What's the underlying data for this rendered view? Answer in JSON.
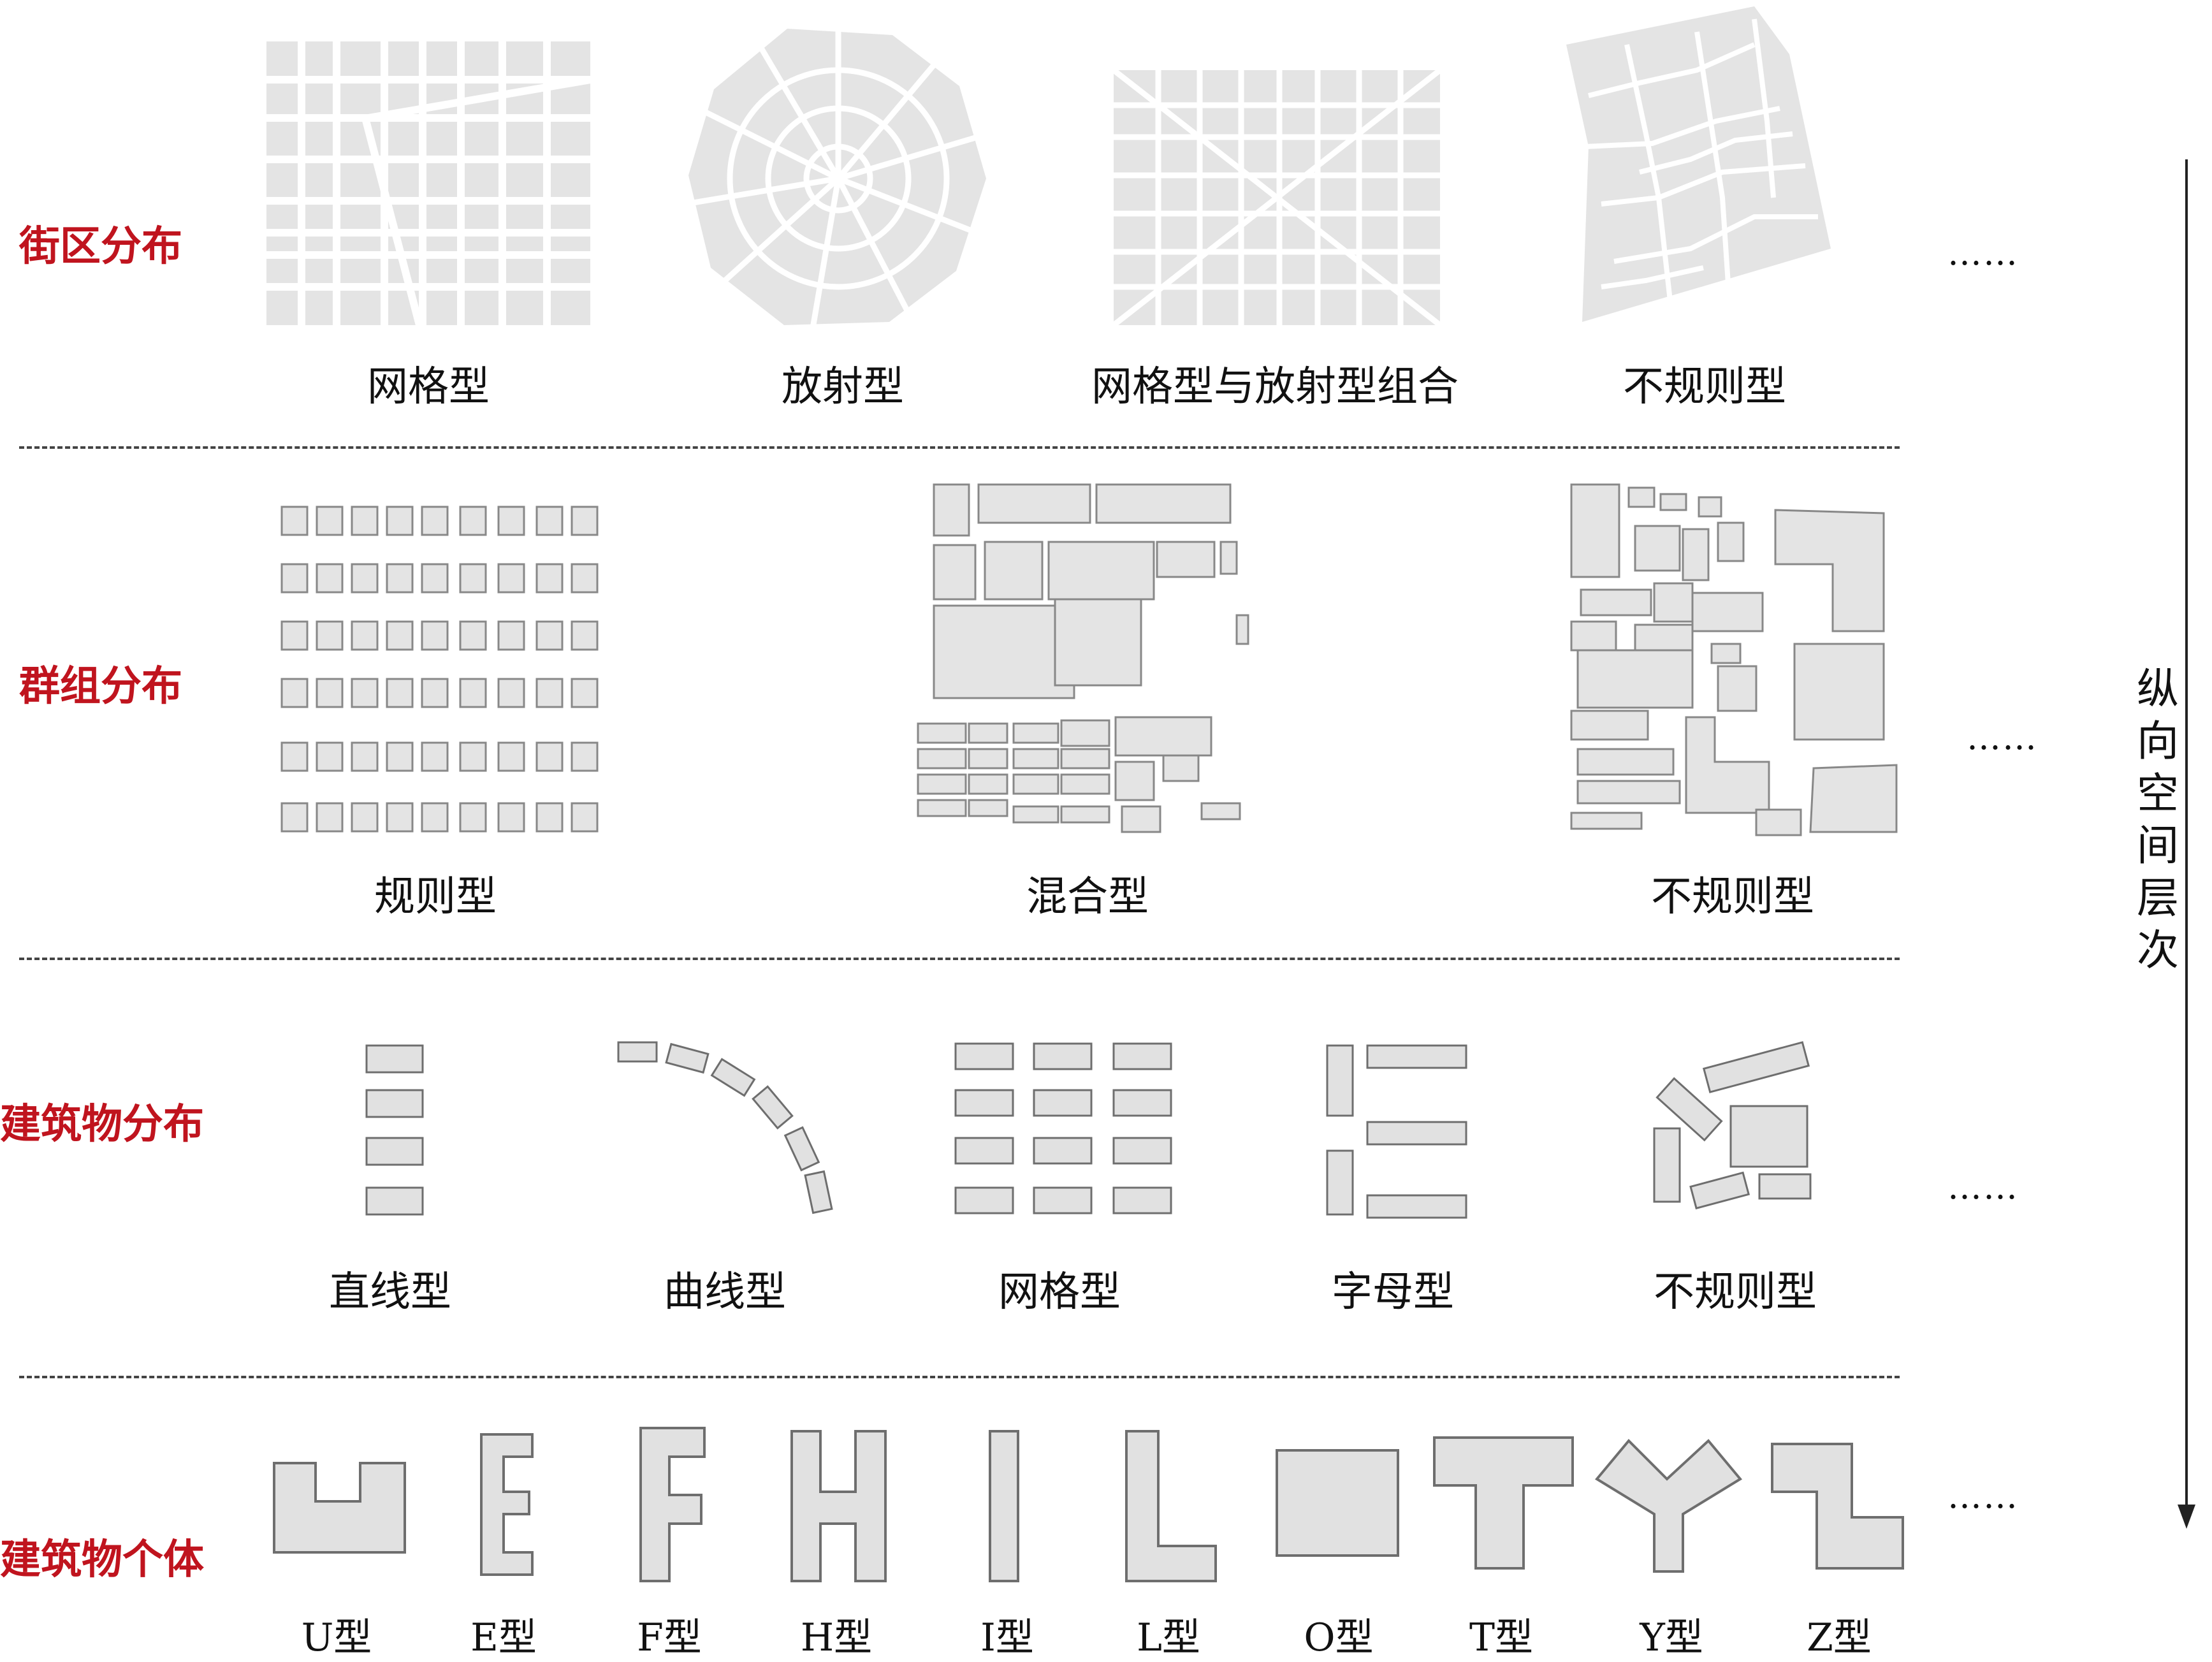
{
  "rows": {
    "district": {
      "label": "街区分布",
      "captions": [
        "网格型",
        "放射型",
        "网格型与放射型组合",
        "不规则型"
      ],
      "ellipsis": "……"
    },
    "group": {
      "label": "群组分布",
      "captions": [
        "规则型",
        "混合型",
        "不规则型"
      ],
      "ellipsis": "……"
    },
    "building_layout": {
      "label": "建筑物分布",
      "captions": [
        "直线型",
        "曲线型",
        "网格型",
        "字母型",
        "不规则型"
      ],
      "ellipsis": "……"
    },
    "building_single": {
      "label": "建筑物个体",
      "captions": [
        "U型",
        "E型",
        "F型",
        "H型",
        "I型",
        "L型",
        "O型",
        "T型",
        "Y型",
        "Z型"
      ],
      "ellipsis": "……"
    }
  },
  "axis": {
    "label_chars": [
      "纵",
      "向",
      "空",
      "间",
      "层",
      "次"
    ]
  },
  "colors": {
    "label_red": "#c0141e",
    "shape_fill": "#e1e1e1",
    "shape_stroke": "#6e6e6e",
    "block_fill": "#e4e4e4"
  }
}
